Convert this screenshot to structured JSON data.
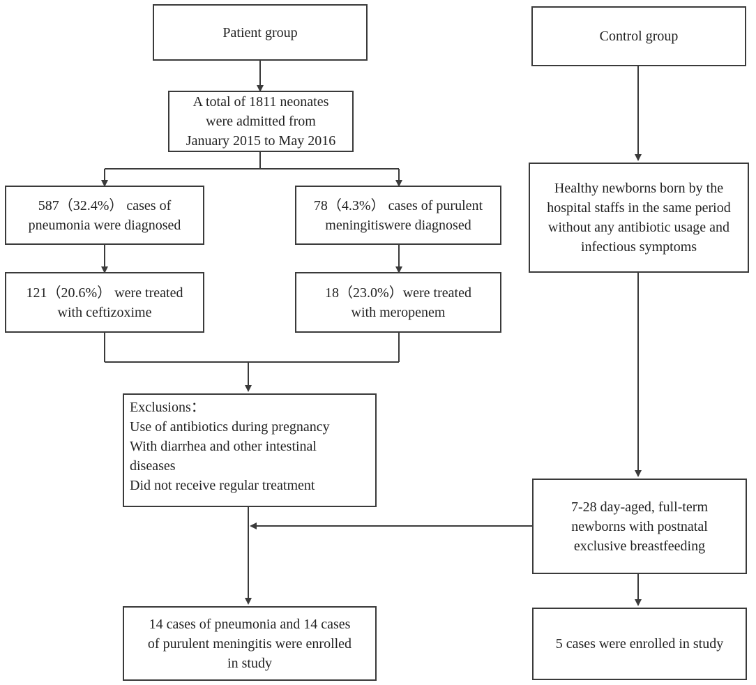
{
  "patient_group": {
    "title": "Patient  group",
    "admitted": [
      "A total of 1811 neonates",
      "were admitted from",
      "January 2015 to May 2016"
    ],
    "pneumonia": [
      "587（32.4%） cases of",
      "pneumonia were diagnosed"
    ],
    "meningitis": [
      "78（4.3%） cases of purulent",
      "meningitiswere diagnosed"
    ],
    "ceftizoxime": [
      "121（20.6%） were treated",
      "with ceftizoxime"
    ],
    "meropenem": [
      "18（23.0%）were treated",
      "with meropenem"
    ],
    "exclusions": [
      "Exclusions：",
      "Use of antibiotics during pregnancy",
      "With diarrhea and other intestinal",
      "diseases",
      "Did not receive regular treatment"
    ],
    "enrolled": [
      "14 cases of pneumonia and 14 cases",
      "of purulent meningitis were enrolled",
      "in study"
    ]
  },
  "control_group": {
    "title": "Control  group",
    "healthy": [
      "Healthy newborns born by the",
      "hospital staffs in the same period",
      "without any antibiotic usage and",
      "infectious symptoms"
    ],
    "criteria": [
      "7-28 day-aged, full-term",
      "newborns with postnatal",
      "exclusive breastfeeding"
    ],
    "enrolled": [
      "5 cases  were enrolled in study"
    ]
  },
  "colors": {
    "line": "#3a3a3a",
    "text": "#222222",
    "background": "#ffffff"
  }
}
